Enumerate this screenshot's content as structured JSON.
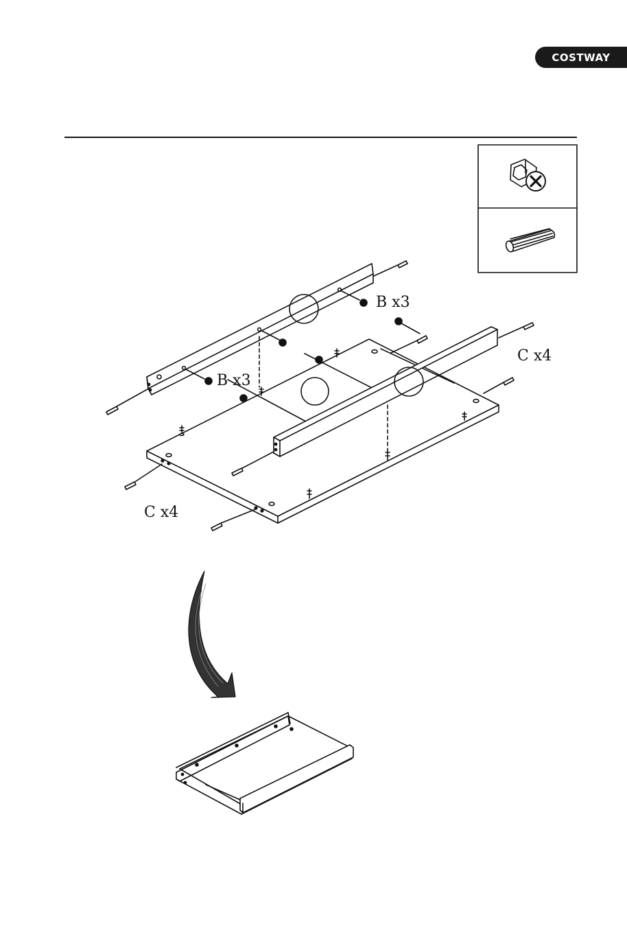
{
  "brand": {
    "name": "COSTWAY"
  },
  "parts_legend": [
    {
      "icon": "cam-lock-icon"
    },
    {
      "icon": "wooden-dowel-icon"
    }
  ],
  "callouts": {
    "cam_top": "B x3",
    "cam_left": "B x3",
    "dowel_right": "C x4",
    "dowel_left": "C x4"
  },
  "colors": {
    "ink": "#111111",
    "badge": "#1a1a1a",
    "badge_text": "#ffffff"
  }
}
